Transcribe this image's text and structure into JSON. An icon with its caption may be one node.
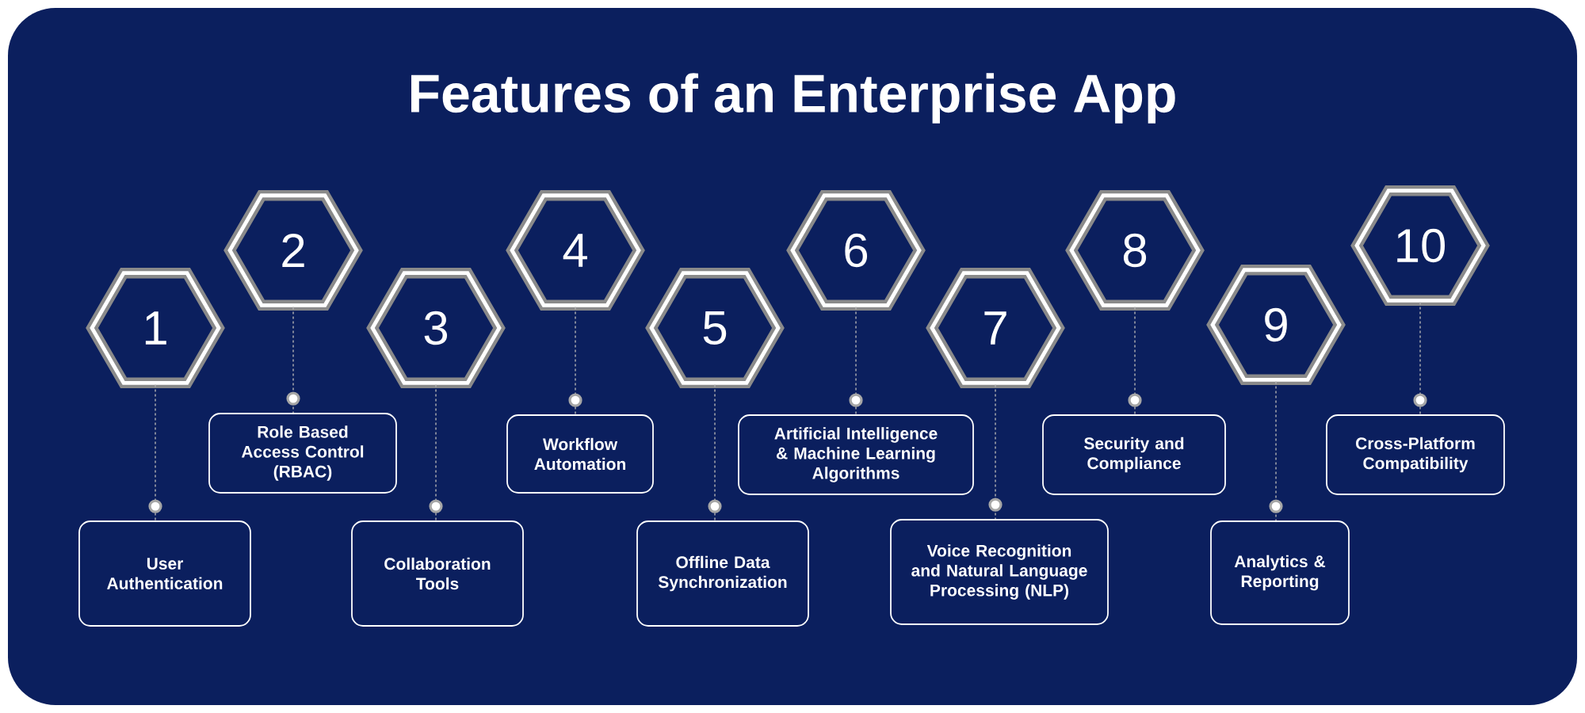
{
  "diagram": {
    "title": "Features of an Enterprise App",
    "nodes": [
      {
        "text": [
          "1"
        ]
      },
      {
        "text": [
          "User Authentication"
        ]
      },
      {
        "text": [
          "2"
        ]
      },
      {
        "text": [
          "Role Based Access Control (RBAC)"
        ]
      },
      {
        "text": [
          "3"
        ]
      },
      {
        "text": [
          "Collaboration Tools"
        ]
      },
      {
        "text": [
          "4"
        ]
      },
      {
        "text": [
          "Workflow Automation"
        ]
      },
      {
        "text": [
          "5"
        ]
      },
      {
        "text": [
          "Offline Data Synchronization"
        ]
      },
      {
        "text": [
          "6"
        ]
      },
      {
        "text": [
          "Artificial Intelligence & Machine Learning Algorithms"
        ]
      },
      {
        "text": [
          "7"
        ]
      },
      {
        "text": [
          "Voice Recognition and Natural Language Processing (NLP)"
        ]
      },
      {
        "text": [
          "8"
        ]
      },
      {
        "text": [
          "Security and Compliance"
        ]
      },
      {
        "text": [
          "9"
        ]
      },
      {
        "text": [
          "Analytics & Reporting"
        ]
      },
      {
        "text": [
          "10"
        ]
      },
      {
        "text": [
          "Cross-Platform Compatibility"
        ]
      }
    ],
    "edges": [
      {
        "from": 0,
        "to": 1,
        "arrow": "none",
        "style": "dashed"
      },
      {
        "from": 2,
        "to": 3,
        "arrow": "none",
        "style": "dashed"
      },
      {
        "from": 4,
        "to": 5,
        "arrow": "none",
        "style": "dashed"
      },
      {
        "from": 6,
        "to": 7,
        "arrow": "none",
        "style": "dashed"
      },
      {
        "from": 8,
        "to": 9,
        "arrow": "none",
        "style": "dashed"
      },
      {
        "from": 10,
        "to": 11,
        "arrow": "none",
        "style": "dashed"
      },
      {
        "from": 12,
        "to": 13,
        "arrow": "none",
        "style": "dashed"
      },
      {
        "from": 14,
        "to": 15,
        "arrow": "none",
        "style": "dashed"
      },
      {
        "from": 16,
        "to": 17,
        "arrow": "none",
        "style": "dashed"
      },
      {
        "from": 18,
        "to": 19,
        "arrow": "none",
        "style": "dashed"
      }
    ]
  }
}
